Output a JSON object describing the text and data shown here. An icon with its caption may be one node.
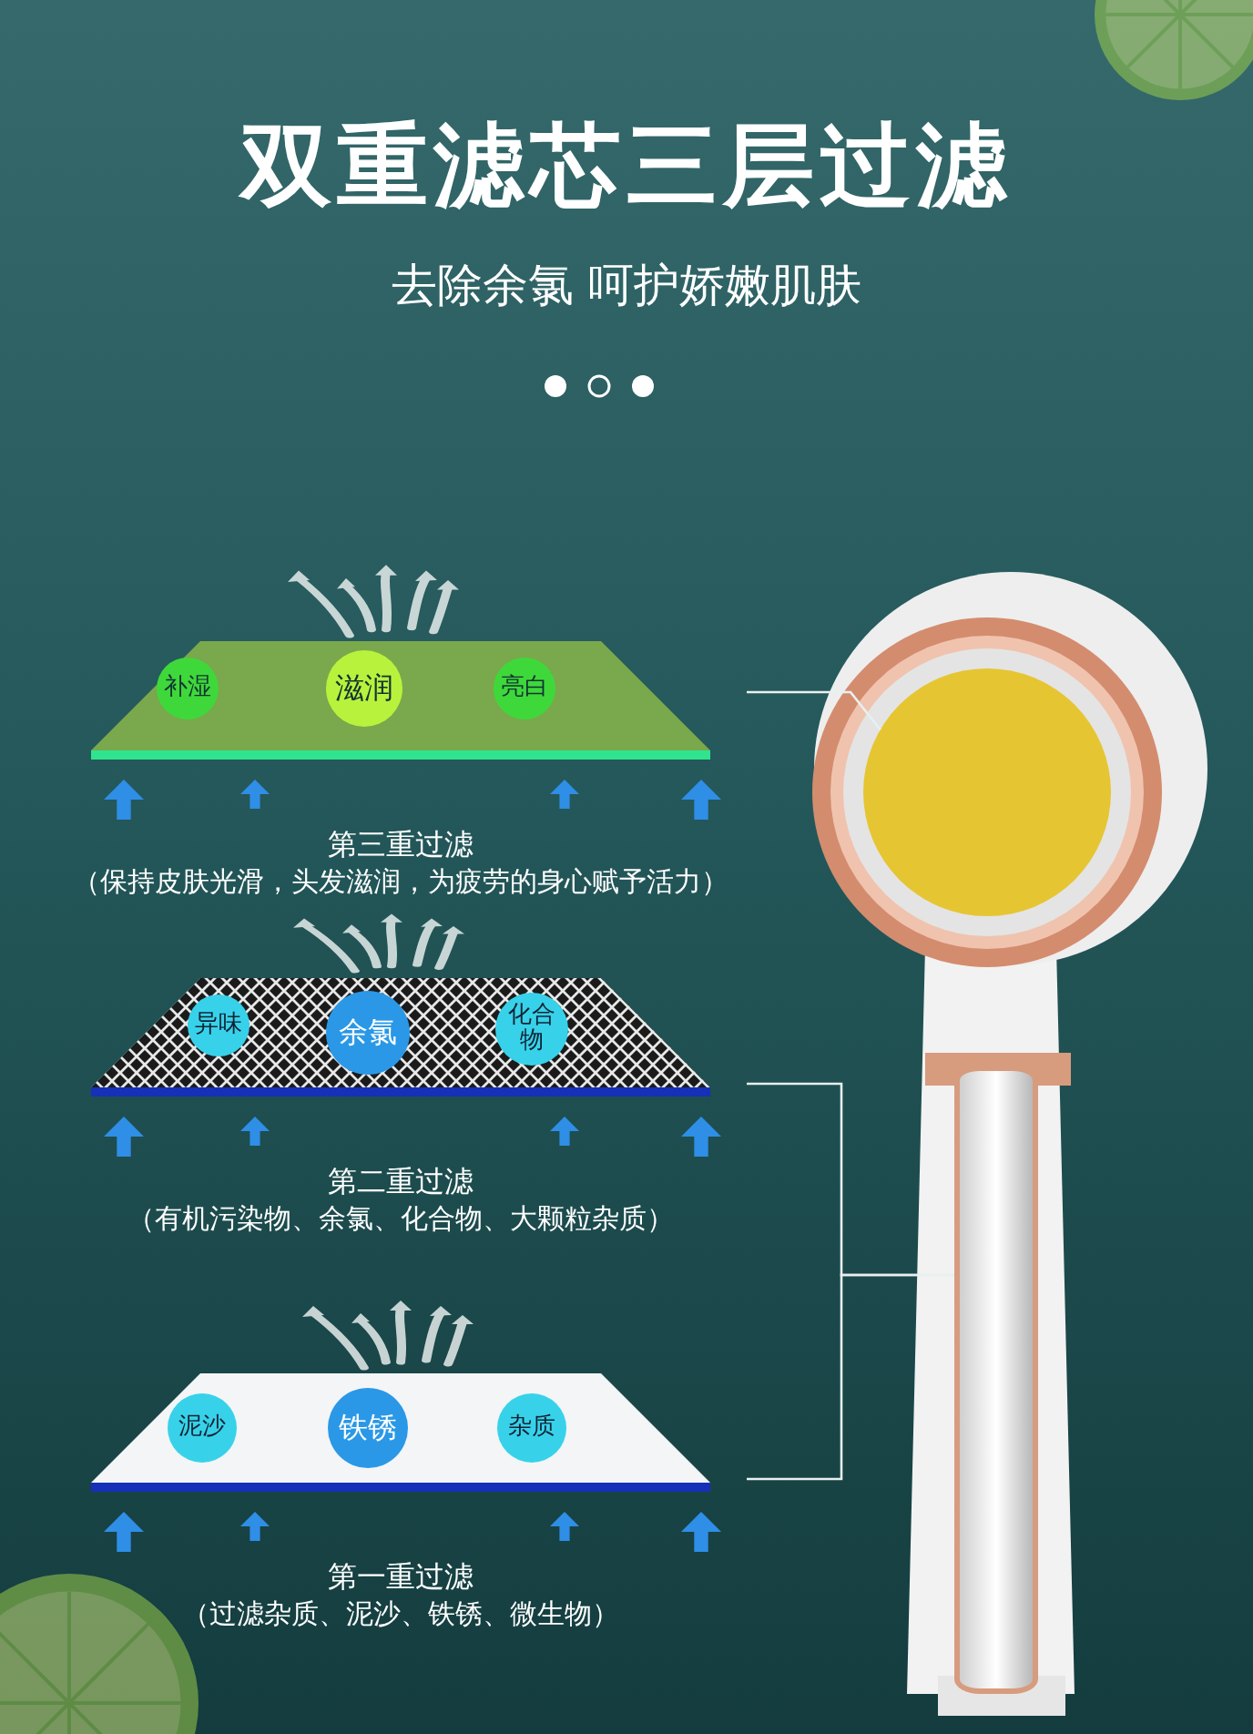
{
  "diagram": {
    "title": "双重滤芯三层过滤",
    "nodes": [
      {
        "text": [
          "第三重过滤",
          "（保持皮肤光滑，头发滋润，为疲劳的身心赋予活力）"
        ]
      },
      {
        "text": [
          "补湿"
        ],
        "in": 0
      },
      {
        "text": [
          "滋润"
        ],
        "in": 0
      },
      {
        "text": [
          "亮白"
        ],
        "in": 0
      },
      {
        "text": [
          "第二重过滤",
          "（有机污染物、余氯、化合物、大颗粒杂质）"
        ]
      },
      {
        "text": [
          "异味"
        ],
        "in": 4
      },
      {
        "text": [
          "余氯"
        ],
        "in": 4
      },
      {
        "text": [
          "化合物"
        ],
        "in": 4
      },
      {
        "text": [
          "第一重过滤",
          "（过滤杂质、泥沙、铁锈、微生物）"
        ]
      },
      {
        "text": [
          "泥沙"
        ],
        "in": 8
      },
      {
        "text": [
          "铁锈"
        ],
        "in": 8
      },
      {
        "text": [
          "杂质"
        ],
        "in": 8
      },
      {
        "text": [],
        "shape": "circle"
      },
      {
        "text": [],
        "shape": "cylinder"
      }
    ],
    "edges": [
      {
        "from": 0,
        "to": 12,
        "arrow": "none"
      },
      {
        "from": 4,
        "to": 13,
        "arrow": "none"
      },
      {
        "from": 8,
        "to": 13,
        "arrow": "none"
      }
    ],
    "labels": [
      "去除余氯 呵护娇嫩肌肤"
    ]
  }
}
